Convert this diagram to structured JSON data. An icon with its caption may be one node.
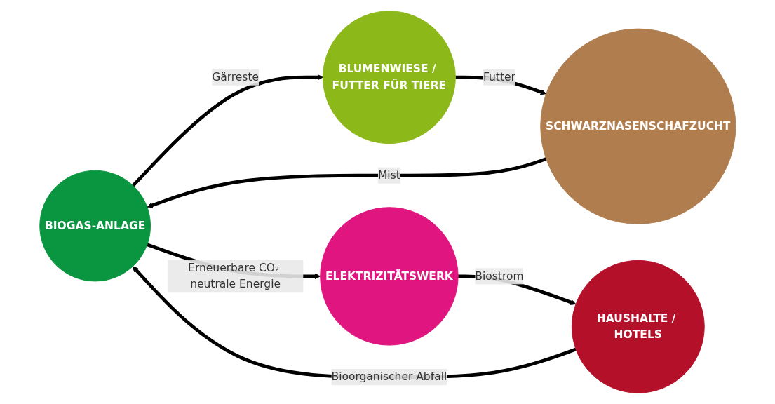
{
  "diagram": {
    "nodes": [
      {
        "text": [
          "BIOGAS-ANLAGE"
        ]
      },
      {
        "text": [
          "SCHWARZNASENSCHAFZUCHT"
        ]
      },
      {
        "text": [
          "HAUSHALTE / HOTELS"
        ]
      },
      {
        "text": [
          "BLUMENWIESE / FUTTER FÜR TIERE"
        ]
      },
      {
        "text": [
          "ELEKTRIZITÄTSWERK"
        ]
      }
    ],
    "edges": [
      {
        "from": 1,
        "to": 0,
        "arrow": "to",
        "label": "Mist"
      },
      {
        "from": 2,
        "to": 0,
        "arrow": "to",
        "label": "Bioorganischer Abfall"
      },
      {
        "from": 3,
        "to": 1,
        "arrow": "to",
        "label": "Futter"
      },
      {
        "from": 0,
        "to": 3,
        "arrow": "to",
        "label": "Gärreste"
      },
      {
        "from": 4,
        "to": 2,
        "arrow": "to",
        "label": "Biostrom"
      },
      {
        "from": 0,
        "to": 4,
        "arrow": "to",
        "label": "Erneuerbare CO₂ neutrale Energie"
      }
    ]
  }
}
